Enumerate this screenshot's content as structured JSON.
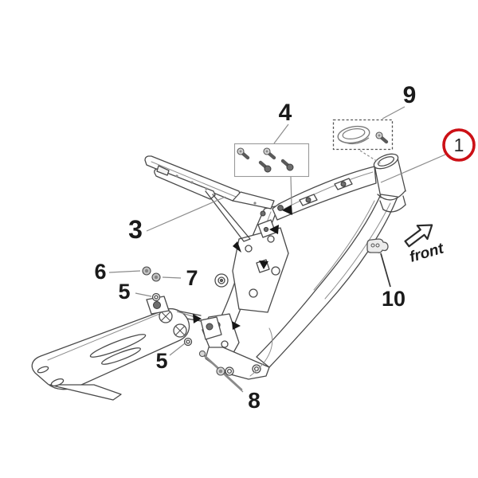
{
  "diagram": {
    "type": "exploded-parts-diagram",
    "subject": "bike frame and swingarm assembly",
    "front_label": "front",
    "callouts": {
      "c1": "1",
      "c3": "3",
      "c4": "4",
      "c5a": "5",
      "c5b": "5",
      "c6": "6",
      "c7": "7",
      "c8": "8",
      "c9": "9",
      "c10": "10"
    },
    "colors": {
      "background": "#ffffff",
      "line_art": "#4a4a4a",
      "leader_line": "#8c8c8c",
      "callout_text": "#1a1a1a",
      "highlight_circle": "#cc1016"
    }
  }
}
